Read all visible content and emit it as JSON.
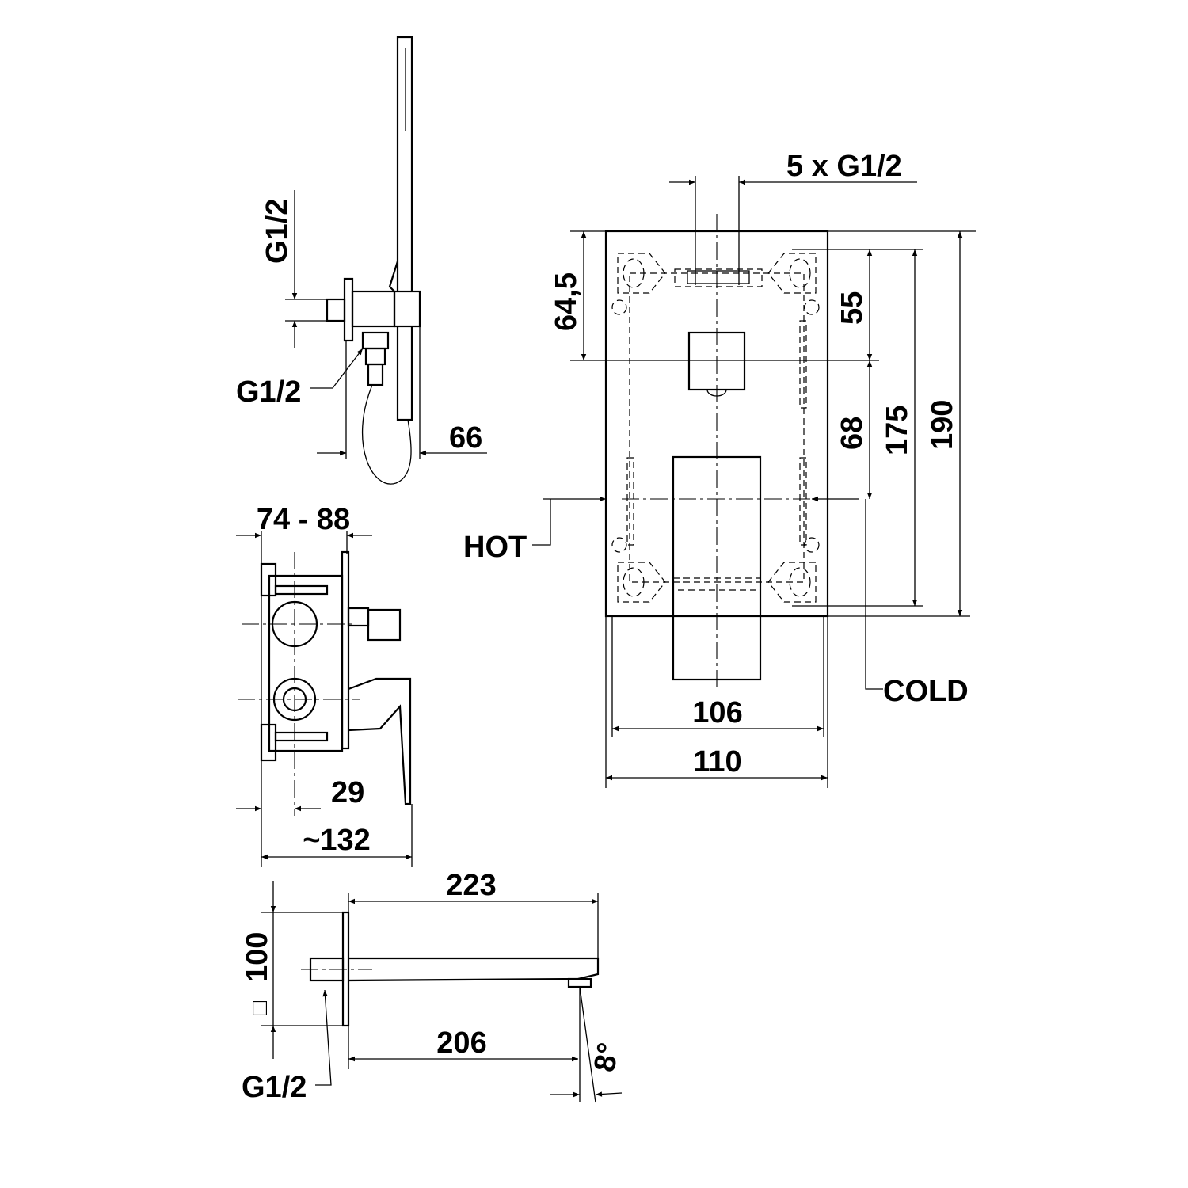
{
  "front_view": {
    "connections_label": "5 x G1/2",
    "dim_64_5": "64,5",
    "dim_55": "55",
    "dim_68": "68",
    "dim_175": "175",
    "dim_190": "190",
    "hot_label": "HOT",
    "cold_label": "COLD",
    "dim_106": "106",
    "dim_110": "110"
  },
  "shower_view": {
    "thread_top": "G1/2",
    "thread_side": "G1/2",
    "dim_66": "66"
  },
  "valve_side_view": {
    "dim_74_88": "74 - 88",
    "dim_29": "29",
    "dim_132": "~132"
  },
  "spout_view": {
    "dim_223": "223",
    "dim_100": "100",
    "square_symbol": "□",
    "dim_206": "206",
    "angle": "8°",
    "thread": "G1/2"
  }
}
